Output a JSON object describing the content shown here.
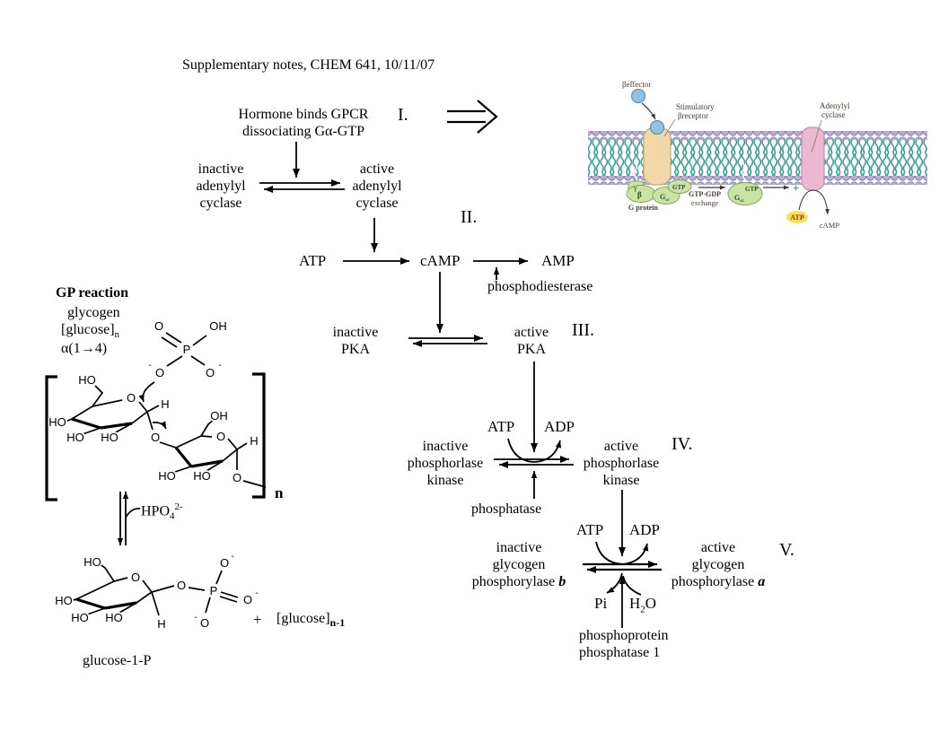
{
  "title": "Supplementary notes, CHEM 641, 10/11/07",
  "roman": {
    "i": "I.",
    "ii": "II.",
    "iii": "III.",
    "iv": "IV.",
    "v": "V."
  },
  "cascade": {
    "hormone": [
      "Hormone binds GPCR",
      "dissociating Gα-GTP"
    ],
    "inactive_ac": [
      "inactive",
      "adenylyl",
      "cyclase"
    ],
    "active_ac": [
      "active",
      "adenylyl",
      "cyclase"
    ],
    "atp": "ATP",
    "camp": "cAMP",
    "amp": "AMP",
    "phosphodiesterase": "phosphodiesterase",
    "inactive_pka": [
      "inactive",
      "PKA"
    ],
    "active_pka": [
      "active",
      "PKA"
    ],
    "atp_iv": "ATP",
    "adp_iv": "ADP",
    "inactive_phk": [
      "inactive",
      "phosphorlase",
      "kinase"
    ],
    "active_phk": [
      "active",
      "phosphorlase",
      "kinase"
    ],
    "phosphatase": "phosphatase",
    "atp_v": "ATP",
    "adp_v": "ADP",
    "inactive_gp": [
      "inactive",
      "glycogen",
      "phosphorylase"
    ],
    "inactive_gp_suffix": "b",
    "active_gp": [
      "active",
      "glycogen",
      "phosphorylase"
    ],
    "active_gp_suffix": "a",
    "pi": "Pi",
    "h2o": {
      "h": "H",
      "sub": "2",
      "o": "O"
    },
    "ppp1": [
      "phosphoprotein",
      "phosphatase 1"
    ]
  },
  "gp": {
    "heading": "GP reaction",
    "glycogen": "glycogen",
    "glucose_n": "[glucose]",
    "glucose_n_sub": "n",
    "alpha": "α(1→4)",
    "hpo4": {
      "base": "HPO",
      "sub": "4",
      "sup": "2-"
    },
    "bracket_n": "n",
    "plus": "+",
    "glucose_n1": "[glucose]",
    "glucose_n1_sub": "n-1",
    "product": "glucose-1-P"
  },
  "atoms": {
    "o": "O",
    "oh": "OH",
    "ho": "HO",
    "p": "P",
    "h": "H",
    "minus": "-"
  },
  "inset": {
    "beta_effector": "βeffector",
    "stim1": "Stimulatory",
    "stim2": "βreceptor",
    "ac1": "Adenylyl",
    "ac2": "cyclase",
    "gamma": "γ",
    "beta": "β",
    "g": "G",
    "g_sub": "sα",
    "gtp": "GTP",
    "g_protein": "G protein",
    "exch1": "GTP-GDP",
    "exch2": "exchange",
    "g2": "G",
    "g2_sub": "sα",
    "gtp2": "GTP",
    "plus": "+",
    "atp": "ATP",
    "camp": "cAMP"
  },
  "colors": {
    "lipid_head": "#b5aed2",
    "lipid_tail": "#3f9e96",
    "receptor": "#f2d8a8",
    "adenylyl_cyclase": "#ecb8cf",
    "g_protein": "#cae3a5",
    "effector": "#92c2e2",
    "atp_highlight": "#f8e34a",
    "plus_green": "#3a9a3a",
    "ink": "#000000"
  }
}
